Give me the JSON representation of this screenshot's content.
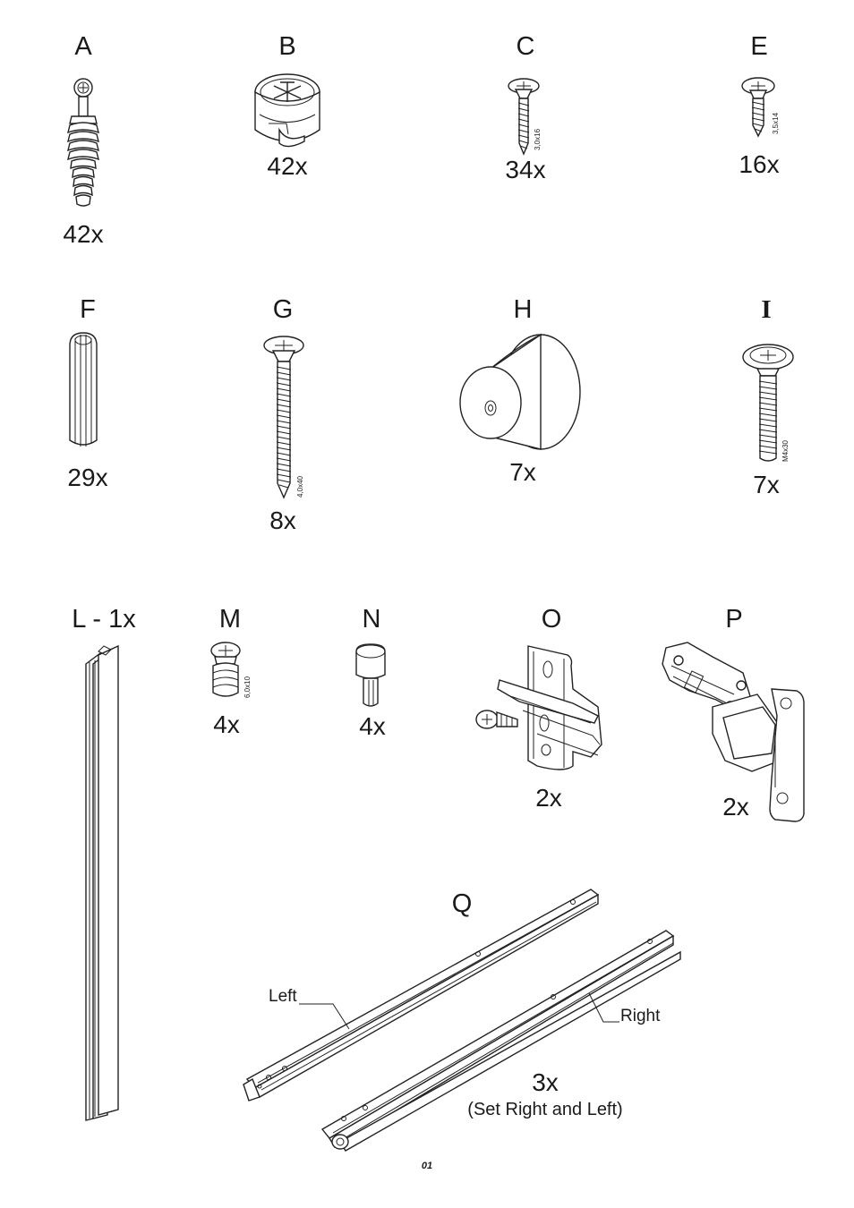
{
  "parts": [
    {
      "id": "A",
      "label": "A",
      "qty": "42x"
    },
    {
      "id": "B",
      "label": "B",
      "qty": "42x"
    },
    {
      "id": "C",
      "label": "C",
      "qty": "34x",
      "size": "3,0x16"
    },
    {
      "id": "E",
      "label": "E",
      "qty": "16x",
      "size": "3,5x14"
    },
    {
      "id": "F",
      "label": "F",
      "qty": "29x"
    },
    {
      "id": "G",
      "label": "G",
      "qty": "8x",
      "size": "4,0x40"
    },
    {
      "id": "H",
      "label": "H",
      "qty": "7x"
    },
    {
      "id": "I",
      "label": "I",
      "qty": "7x",
      "size": "M4x30"
    },
    {
      "id": "L",
      "label": "L - 1x"
    },
    {
      "id": "M",
      "label": "M",
      "qty": "4x",
      "size": "6,0x10"
    },
    {
      "id": "N",
      "label": "N",
      "qty": "4x"
    },
    {
      "id": "O",
      "label": "O",
      "qty": "2x"
    },
    {
      "id": "P",
      "label": "P",
      "qty": "2x"
    },
    {
      "id": "Q",
      "label": "Q",
      "qty": "3x",
      "note": "(Set Right and Left)",
      "left_label": "Left",
      "right_label": "Right"
    }
  ],
  "page_number": "01"
}
